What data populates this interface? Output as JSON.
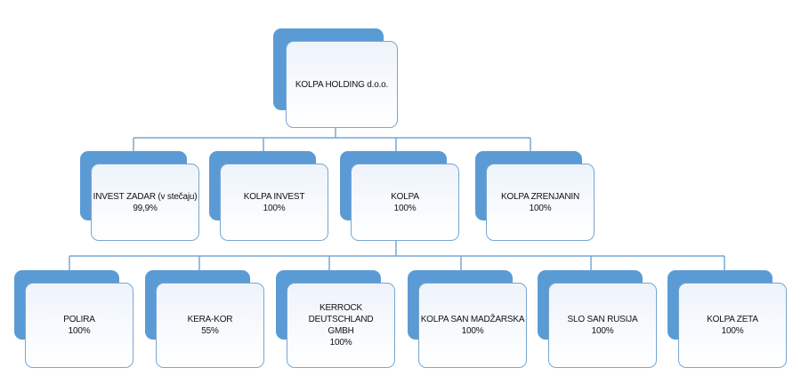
{
  "nodes": {
    "root": {
      "line1": "KOLPA HOLDING d.o.o.",
      "line2": ""
    },
    "invest_zadar": {
      "line1": "INVEST ZADAR (v stečaju)",
      "line2": "99,9%"
    },
    "kolpa_invest": {
      "line1": "KOLPA INVEST",
      "line2": "100%"
    },
    "kolpa": {
      "line1": "KOLPA",
      "line2": "100%"
    },
    "kolpa_zrenjanin": {
      "line1": "KOLPA ZRENJANIN",
      "line2": "100%"
    },
    "polira": {
      "line1": "POLIRA",
      "line2": "100%"
    },
    "kera_kor": {
      "line1": "KERA-KOR",
      "line2": "55%"
    },
    "kerrock": {
      "line1": "KERROCK DEUTSCHLAND",
      "line1b": "GMBH",
      "line2": "100%"
    },
    "kolpa_san_madzarska": {
      "line1": "KOLPA SAN MADŽARSKA",
      "line2": "100%"
    },
    "slo_san_rusija": {
      "line1": "SLO SAN RUSIJA",
      "line2": "100%"
    },
    "kolpa_zeta": {
      "line1": "KOLPA ZETA",
      "line2": "100%"
    }
  },
  "colors": {
    "box_back": "#5b9bd5",
    "box_border": "#79a6d0",
    "connector": "#7aa7d3"
  }
}
